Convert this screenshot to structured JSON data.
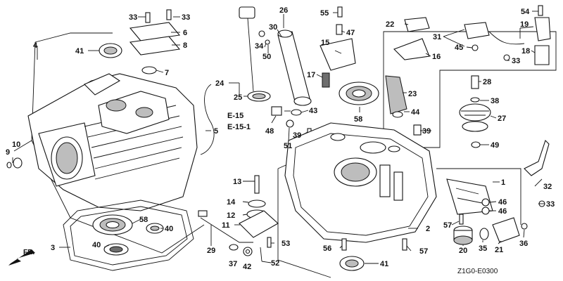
{
  "diagram": {
    "code": "Z1G0-E0300",
    "direction_label": "FR.",
    "references": [
      "E-15",
      "E-15-1"
    ],
    "callouts": [
      "1",
      "2",
      "3",
      "4",
      "5",
      "6",
      "7",
      "8",
      "9",
      "10",
      "11",
      "12",
      "13",
      "14",
      "15",
      "16",
      "17",
      "18",
      "19",
      "20",
      "21",
      "22",
      "23",
      "24",
      "25",
      "26",
      "27",
      "28",
      "29",
      "30",
      "31",
      "32",
      "33",
      "34",
      "35",
      "36",
      "37",
      "38",
      "39",
      "40",
      "41",
      "42",
      "43",
      "44",
      "45",
      "46",
      "47",
      "48",
      "49",
      "50",
      "51",
      "52",
      "53",
      "54",
      "55",
      "56",
      "57",
      "58"
    ]
  }
}
